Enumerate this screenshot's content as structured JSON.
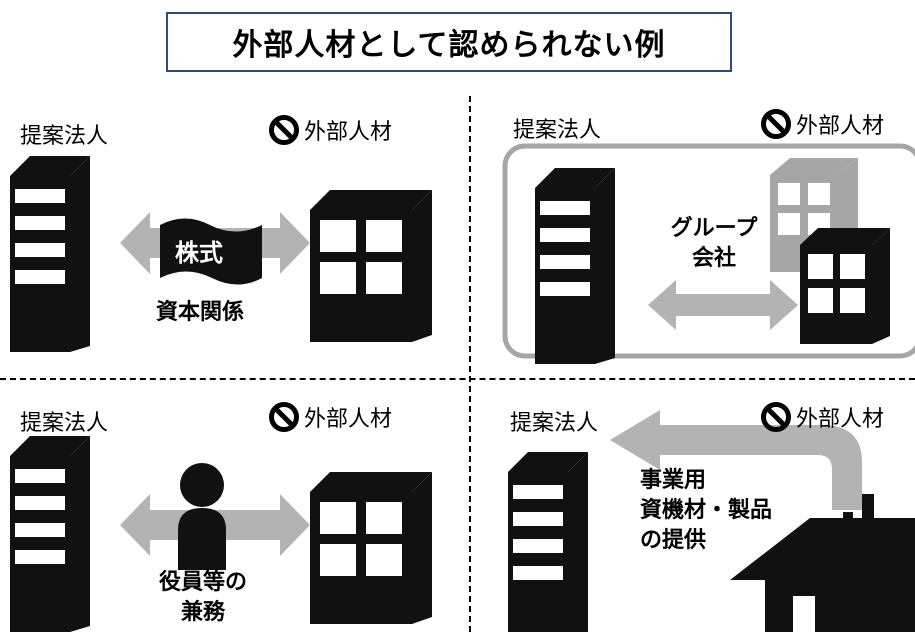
{
  "title": "外部人材として認められない例",
  "panels": {
    "capital": {
      "proposer": "提案法人",
      "external": "外部人材",
      "shares_label": "株式",
      "relation_label": "資本関係"
    },
    "group": {
      "proposer": "提案法人",
      "external": "外部人材",
      "group_label_line1": "グループ",
      "group_label_line2": "会社"
    },
    "officer": {
      "proposer": "提案法人",
      "external": "外部人材",
      "relation_line1": "役員等の",
      "relation_line2": "兼務"
    },
    "supply": {
      "proposer": "提案法人",
      "external": "外部人材",
      "relation_line1": "事業用",
      "relation_line2": "資機材・製品",
      "relation_line3": "の提供"
    }
  },
  "icons": {
    "prohibited": "prohibited-icon",
    "building": "building-icon",
    "person": "person-icon",
    "factory": "factory-icon",
    "arrow": "double-arrow-icon"
  },
  "colors": {
    "title_border": "#2e4a78",
    "arrow_gray": "#b3b3b3",
    "building": "#111111",
    "ghost_building": "#a6a6a6"
  }
}
